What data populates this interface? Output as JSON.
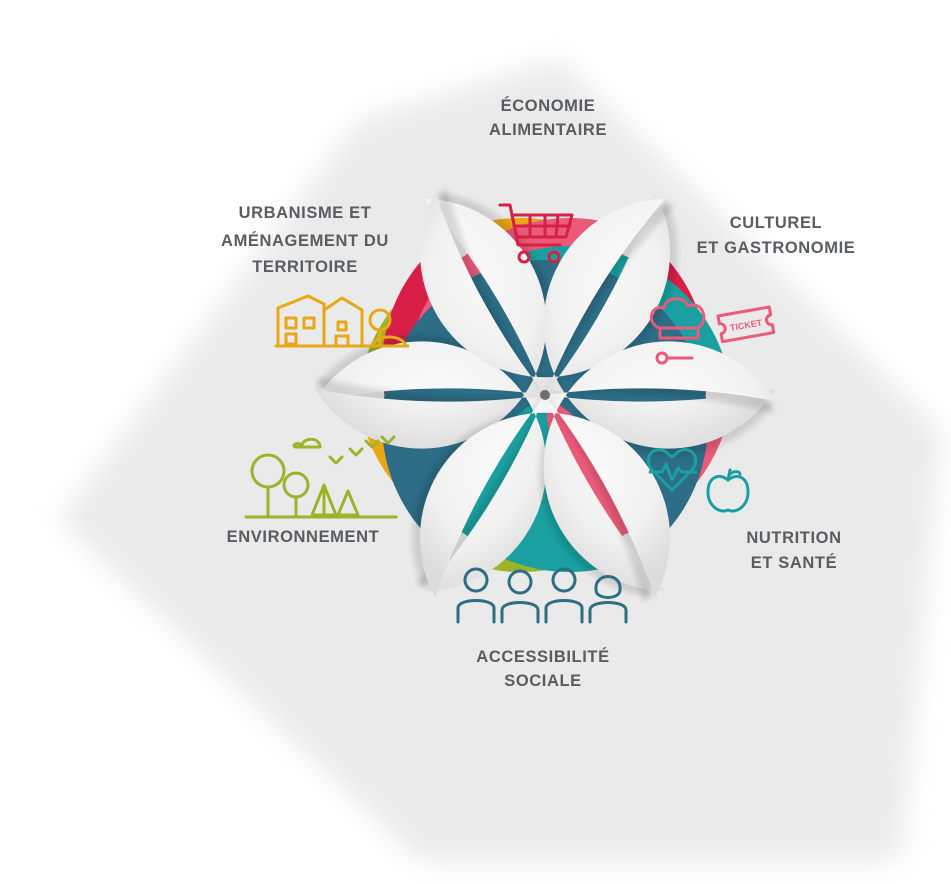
{
  "petals": [
    {
      "id": "economie",
      "color": "#d81f47",
      "icon": "shopping-cart-icon",
      "lines": [
        "ÉCONOMIE",
        "ALIMENTAIRE"
      ]
    },
    {
      "id": "culturel",
      "color": "#ea5b7a",
      "icon": "chef-hat-ticket-icon",
      "lines": [
        "CULTUREL",
        "ET GASTRONOMIE"
      ],
      "ticket_text": "TICKET"
    },
    {
      "id": "nutrition",
      "color": "#1aa0a0",
      "icon": "heart-apple-icon",
      "lines": [
        "NUTRITION",
        "ET SANTÉ"
      ]
    },
    {
      "id": "accessibilite",
      "color": "#2d6d86",
      "icon": "people-group-icon",
      "lines": [
        "ACCESSIBILITÉ",
        "SOCIALE"
      ]
    },
    {
      "id": "environnement",
      "color": "#9cb32b",
      "icon": "trees-birds-icon",
      "lines": [
        "ENVIRONNEMENT"
      ]
    },
    {
      "id": "urbanisme",
      "color": "#e8a814",
      "icon": "buildings-icon",
      "lines": [
        "URBANISME ET",
        "AMÉNAGEMENT DU",
        "TERRITOIRE"
      ]
    }
  ]
}
